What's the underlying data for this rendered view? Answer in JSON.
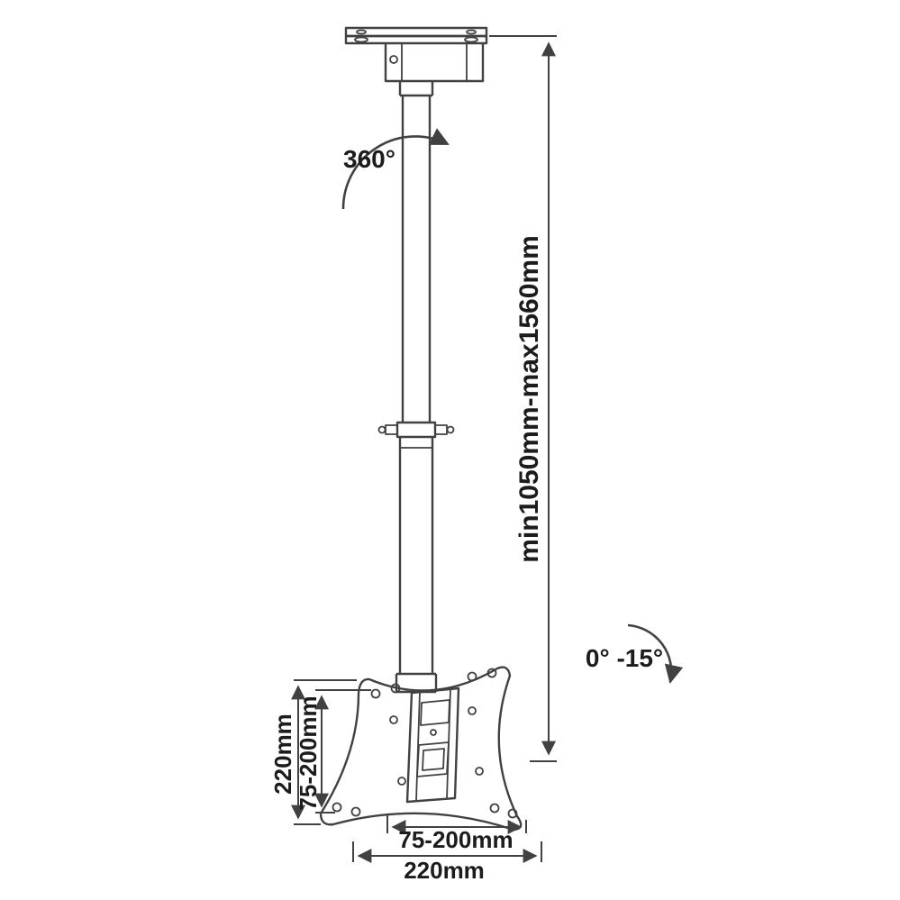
{
  "labels": {
    "rotation_angle": "360°",
    "tilt_angle": "0° -15°",
    "height_range": "min1050mm-max1560mm",
    "plate_height_outer": "220mm",
    "plate_height_inner": "75-200mm",
    "plate_width_inner": "75-200mm",
    "plate_width_outer": "220mm"
  },
  "colors": {
    "line": "#414141",
    "text": "#1c1c1c",
    "background": "#ffffff"
  }
}
